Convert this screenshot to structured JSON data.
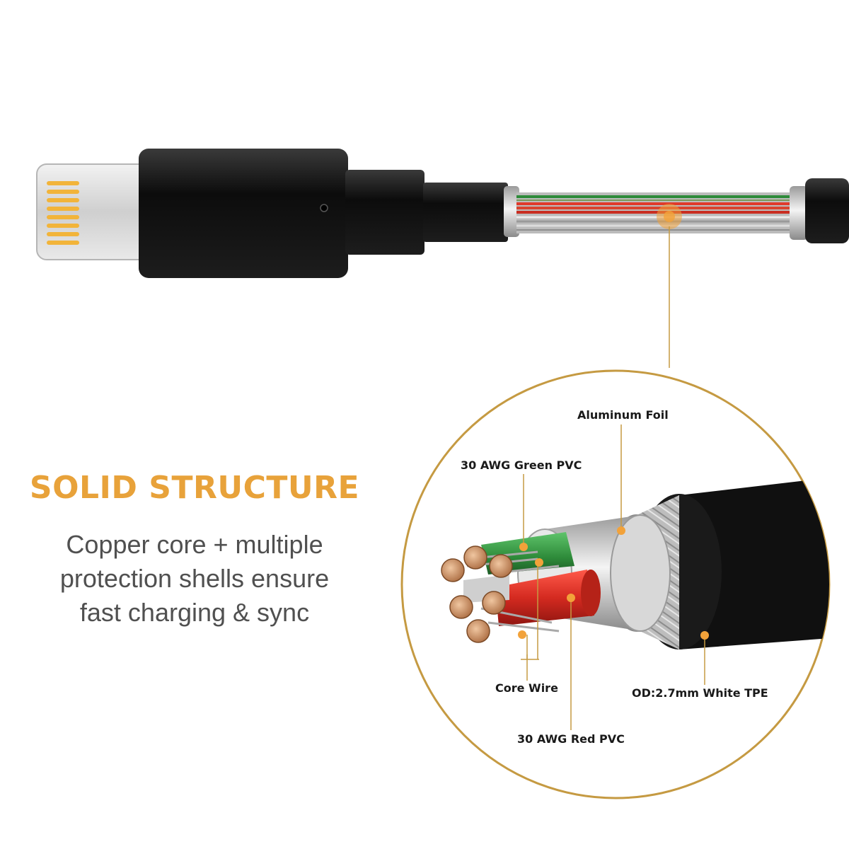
{
  "headline": "SOLID STRUCTURE",
  "description": {
    "lines": [
      "Copper core + multiple",
      "protection shells ensure",
      "fast charging & sync"
    ]
  },
  "callouts": {
    "aluminum_foil": "Aluminum Foil",
    "green_pvc": "30 AWG Green PVC",
    "core_wire": "Core Wire",
    "red_pvc": "30 AWG Red PVC",
    "tpe_jacket": "OD:2.7mm White TPE"
  },
  "colors": {
    "accent": "#E8A23A",
    "ring": "#C59A42",
    "text": "#505050",
    "cable": "#111111",
    "copper": "#C98A5A",
    "red_wire": "#D42A20",
    "green_wire": "#2E8B3A"
  },
  "icons": [
    "lightning-connector-icon",
    "cable-cutaway-icon",
    "wire-cross-section-icon"
  ]
}
